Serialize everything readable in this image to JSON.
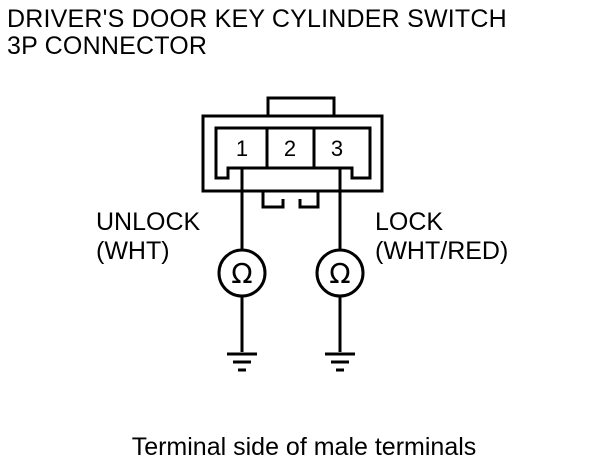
{
  "title": {
    "line1": "DRIVER'S DOOR KEY CYLINDER SWITCH",
    "line2": "3P CONNECTOR"
  },
  "connector": {
    "pins": [
      "1",
      "2",
      "3"
    ]
  },
  "circuits": {
    "unlock": {
      "name": "UNLOCK",
      "wire": "(WHT)",
      "meter_symbol": "Ω"
    },
    "lock": {
      "name": "LOCK",
      "wire": "(WHT/RED)",
      "meter_symbol": "Ω"
    }
  },
  "caption": "Terminal side of male terminals",
  "icons": [
    "ohmmeter-icon",
    "ground-icon"
  ]
}
